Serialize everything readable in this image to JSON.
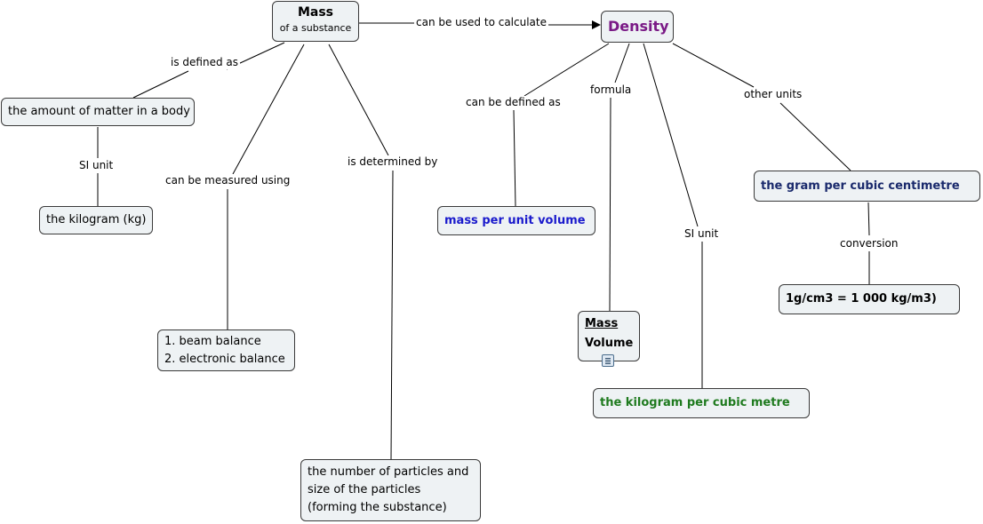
{
  "mass": {
    "title": "Mass",
    "subtitle": "of a substance"
  },
  "density": {
    "title": "Density",
    "color": "#7a1a86"
  },
  "amount_matter": "the amount of matter in a body",
  "kilogram": "the kilogram (kg)",
  "balance": {
    "line1": "1.  beam balance",
    "line2": "2.  electronic balance"
  },
  "particles": {
    "line1": "the number of particles and",
    "line2": "size of the particles",
    "line3": "(forming the substance)"
  },
  "mass_per_volume": {
    "text": "mass per unit volume",
    "color": "#1a1acc"
  },
  "formula": {
    "top": "Mass",
    "bottom": "Volume"
  },
  "kg_per_m3": {
    "text": "the kilogram per cubic metre",
    "color": "#1e7a1e"
  },
  "g_per_cm3": {
    "text": "the gram per cubic centimetre",
    "color": "#1a2a6c"
  },
  "conversion_value": "1g/cm3 = 1 000 kg/m3)",
  "links": {
    "can_calc": "can be used to calculate",
    "is_defined_as": "is defined as",
    "si_unit_left": "SI unit",
    "can_be_measured": "can be measured using",
    "is_determined_by": "is determined by",
    "can_be_defined_as": "can be defined as",
    "formula": "formula",
    "si_unit_right": "SI unit",
    "other_units": "other units",
    "conversion": "conversion"
  },
  "icons": {
    "note": "note-icon"
  }
}
